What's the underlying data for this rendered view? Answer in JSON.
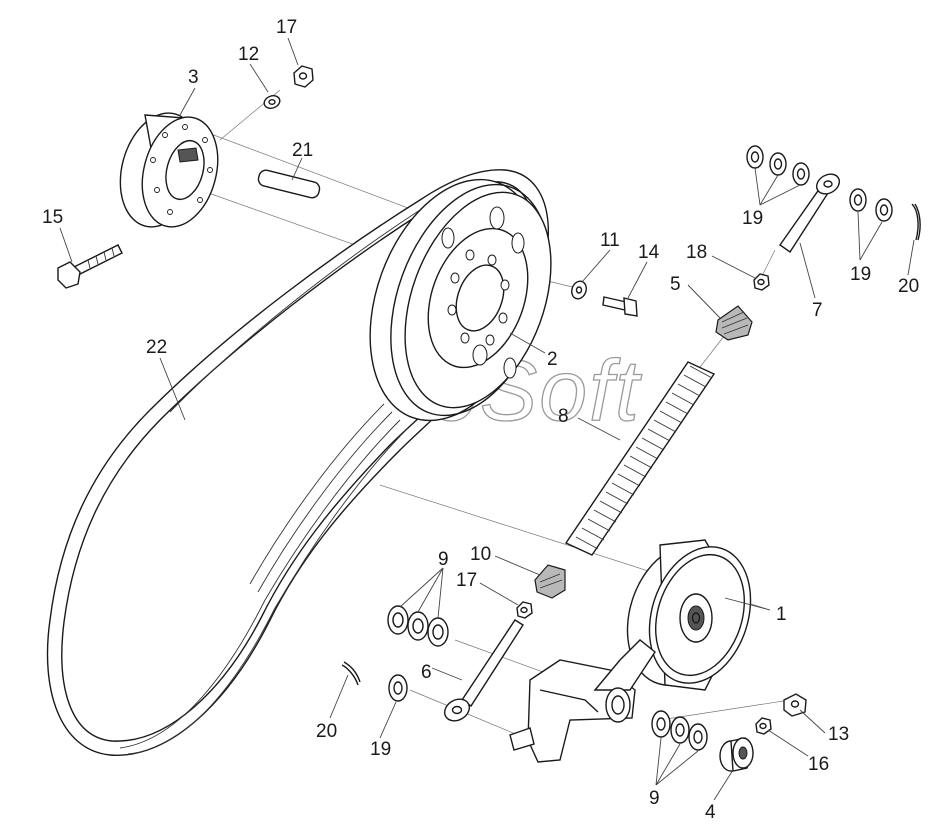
{
  "watermark": {
    "text": "AutoSoft"
  },
  "callouts": {
    "c1": "1",
    "c2": "2",
    "c3": "3",
    "c4": "4",
    "c5": "5",
    "c6": "6",
    "c7": "7",
    "c8": "8",
    "c9a": "9",
    "c9b": "9",
    "c10": "10",
    "c11": "11",
    "c12": "12",
    "c13": "13",
    "c14": "14",
    "c15": "15",
    "c16": "16",
    "c17a": "17",
    "c17b": "17",
    "c18": "18",
    "c19a": "19",
    "c19b": "19",
    "c19c": "19",
    "c20a": "20",
    "c20b": "20",
    "c21": "21",
    "c22": "22"
  }
}
